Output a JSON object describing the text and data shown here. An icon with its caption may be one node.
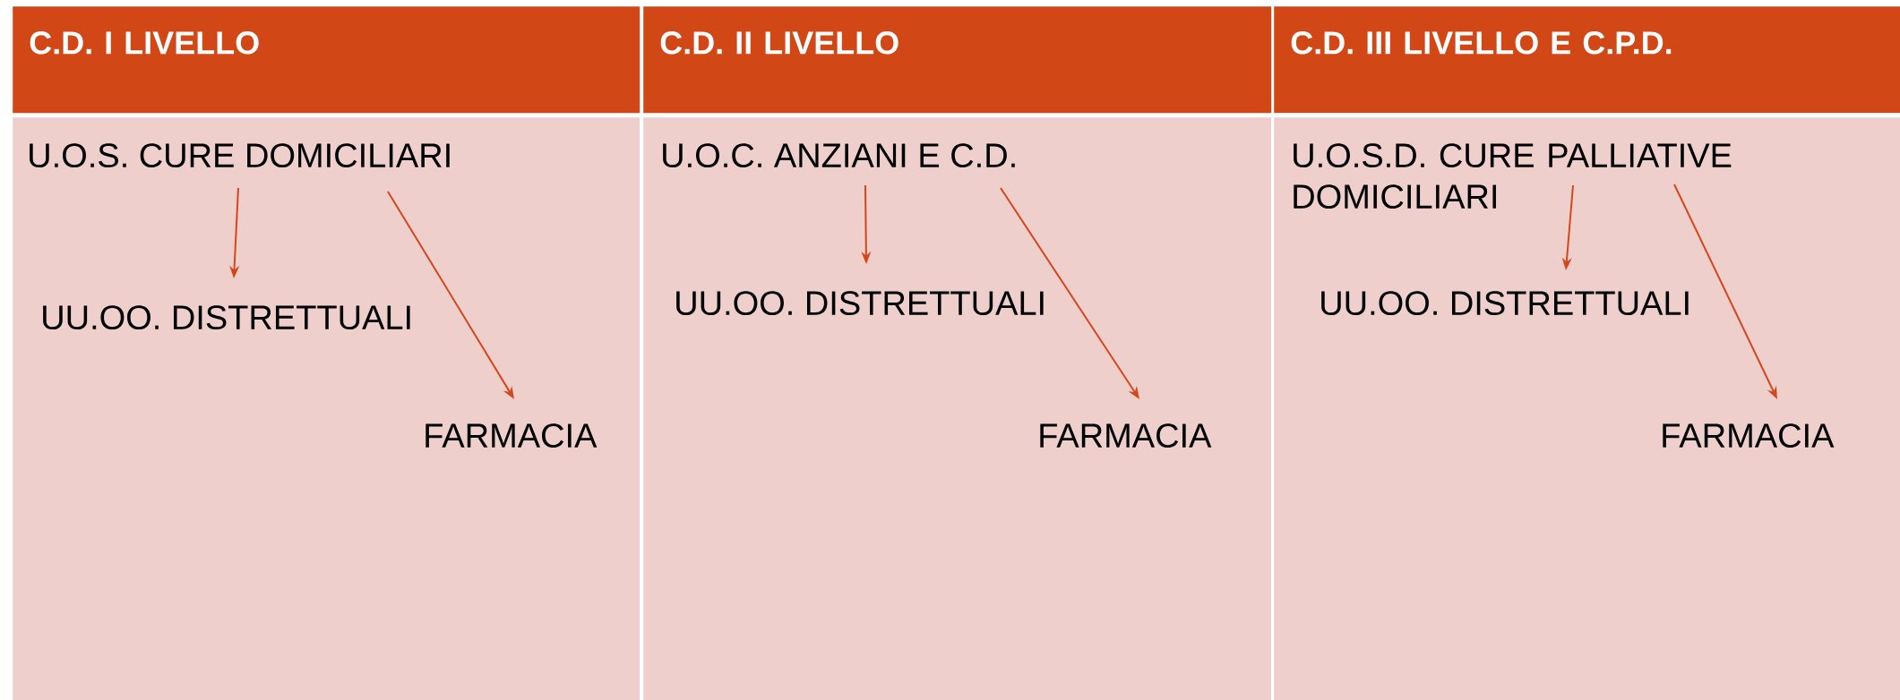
{
  "diagram": {
    "nodes": [
      {
        "text": [
          "C.D. I LIVELLO"
        ]
      },
      {
        "text": [],
        "shape": "box"
      },
      {
        "text": [
          "U.O.S. CURE DOMICILIARI"
        ],
        "in": 1
      },
      {
        "text": [
          "UU.OO. DISTRETTUALI"
        ],
        "in": 1
      },
      {
        "text": [
          "FARMACIA"
        ],
        "in": 1
      },
      {
        "text": [
          "C.D. II LIVELLO"
        ]
      },
      {
        "text": [],
        "shape": "box"
      },
      {
        "text": [
          "U.O.C. ANZIANI E C.D."
        ],
        "in": 6
      },
      {
        "text": [
          "UU.OO. DISTRETTUALI"
        ],
        "in": 6
      },
      {
        "text": [
          "FARMACIA"
        ],
        "in": 6
      },
      {
        "text": [
          "C.D. III LIVELLO E C.P.D."
        ]
      },
      {
        "text": [],
        "shape": "box"
      },
      {
        "text": [
          "U.O.S.D. CURE PALLIATIVE DOMICILIARI"
        ],
        "in": 11
      },
      {
        "text": [
          "UU.OO. DISTRETTUALI"
        ],
        "in": 11
      },
      {
        "text": [
          "FARMACIA"
        ],
        "in": 11
      }
    ],
    "edges": [
      {
        "from": 2,
        "to": 3,
        "arrow": "to"
      },
      {
        "from": 2,
        "to": 4,
        "arrow": "to"
      },
      {
        "from": 7,
        "to": 8,
        "arrow": "to"
      },
      {
        "from": 7,
        "to": 9,
        "arrow": "to"
      },
      {
        "from": 12,
        "to": 13,
        "arrow": "to"
      },
      {
        "from": 12,
        "to": 14,
        "arrow": "to"
      }
    ]
  }
}
